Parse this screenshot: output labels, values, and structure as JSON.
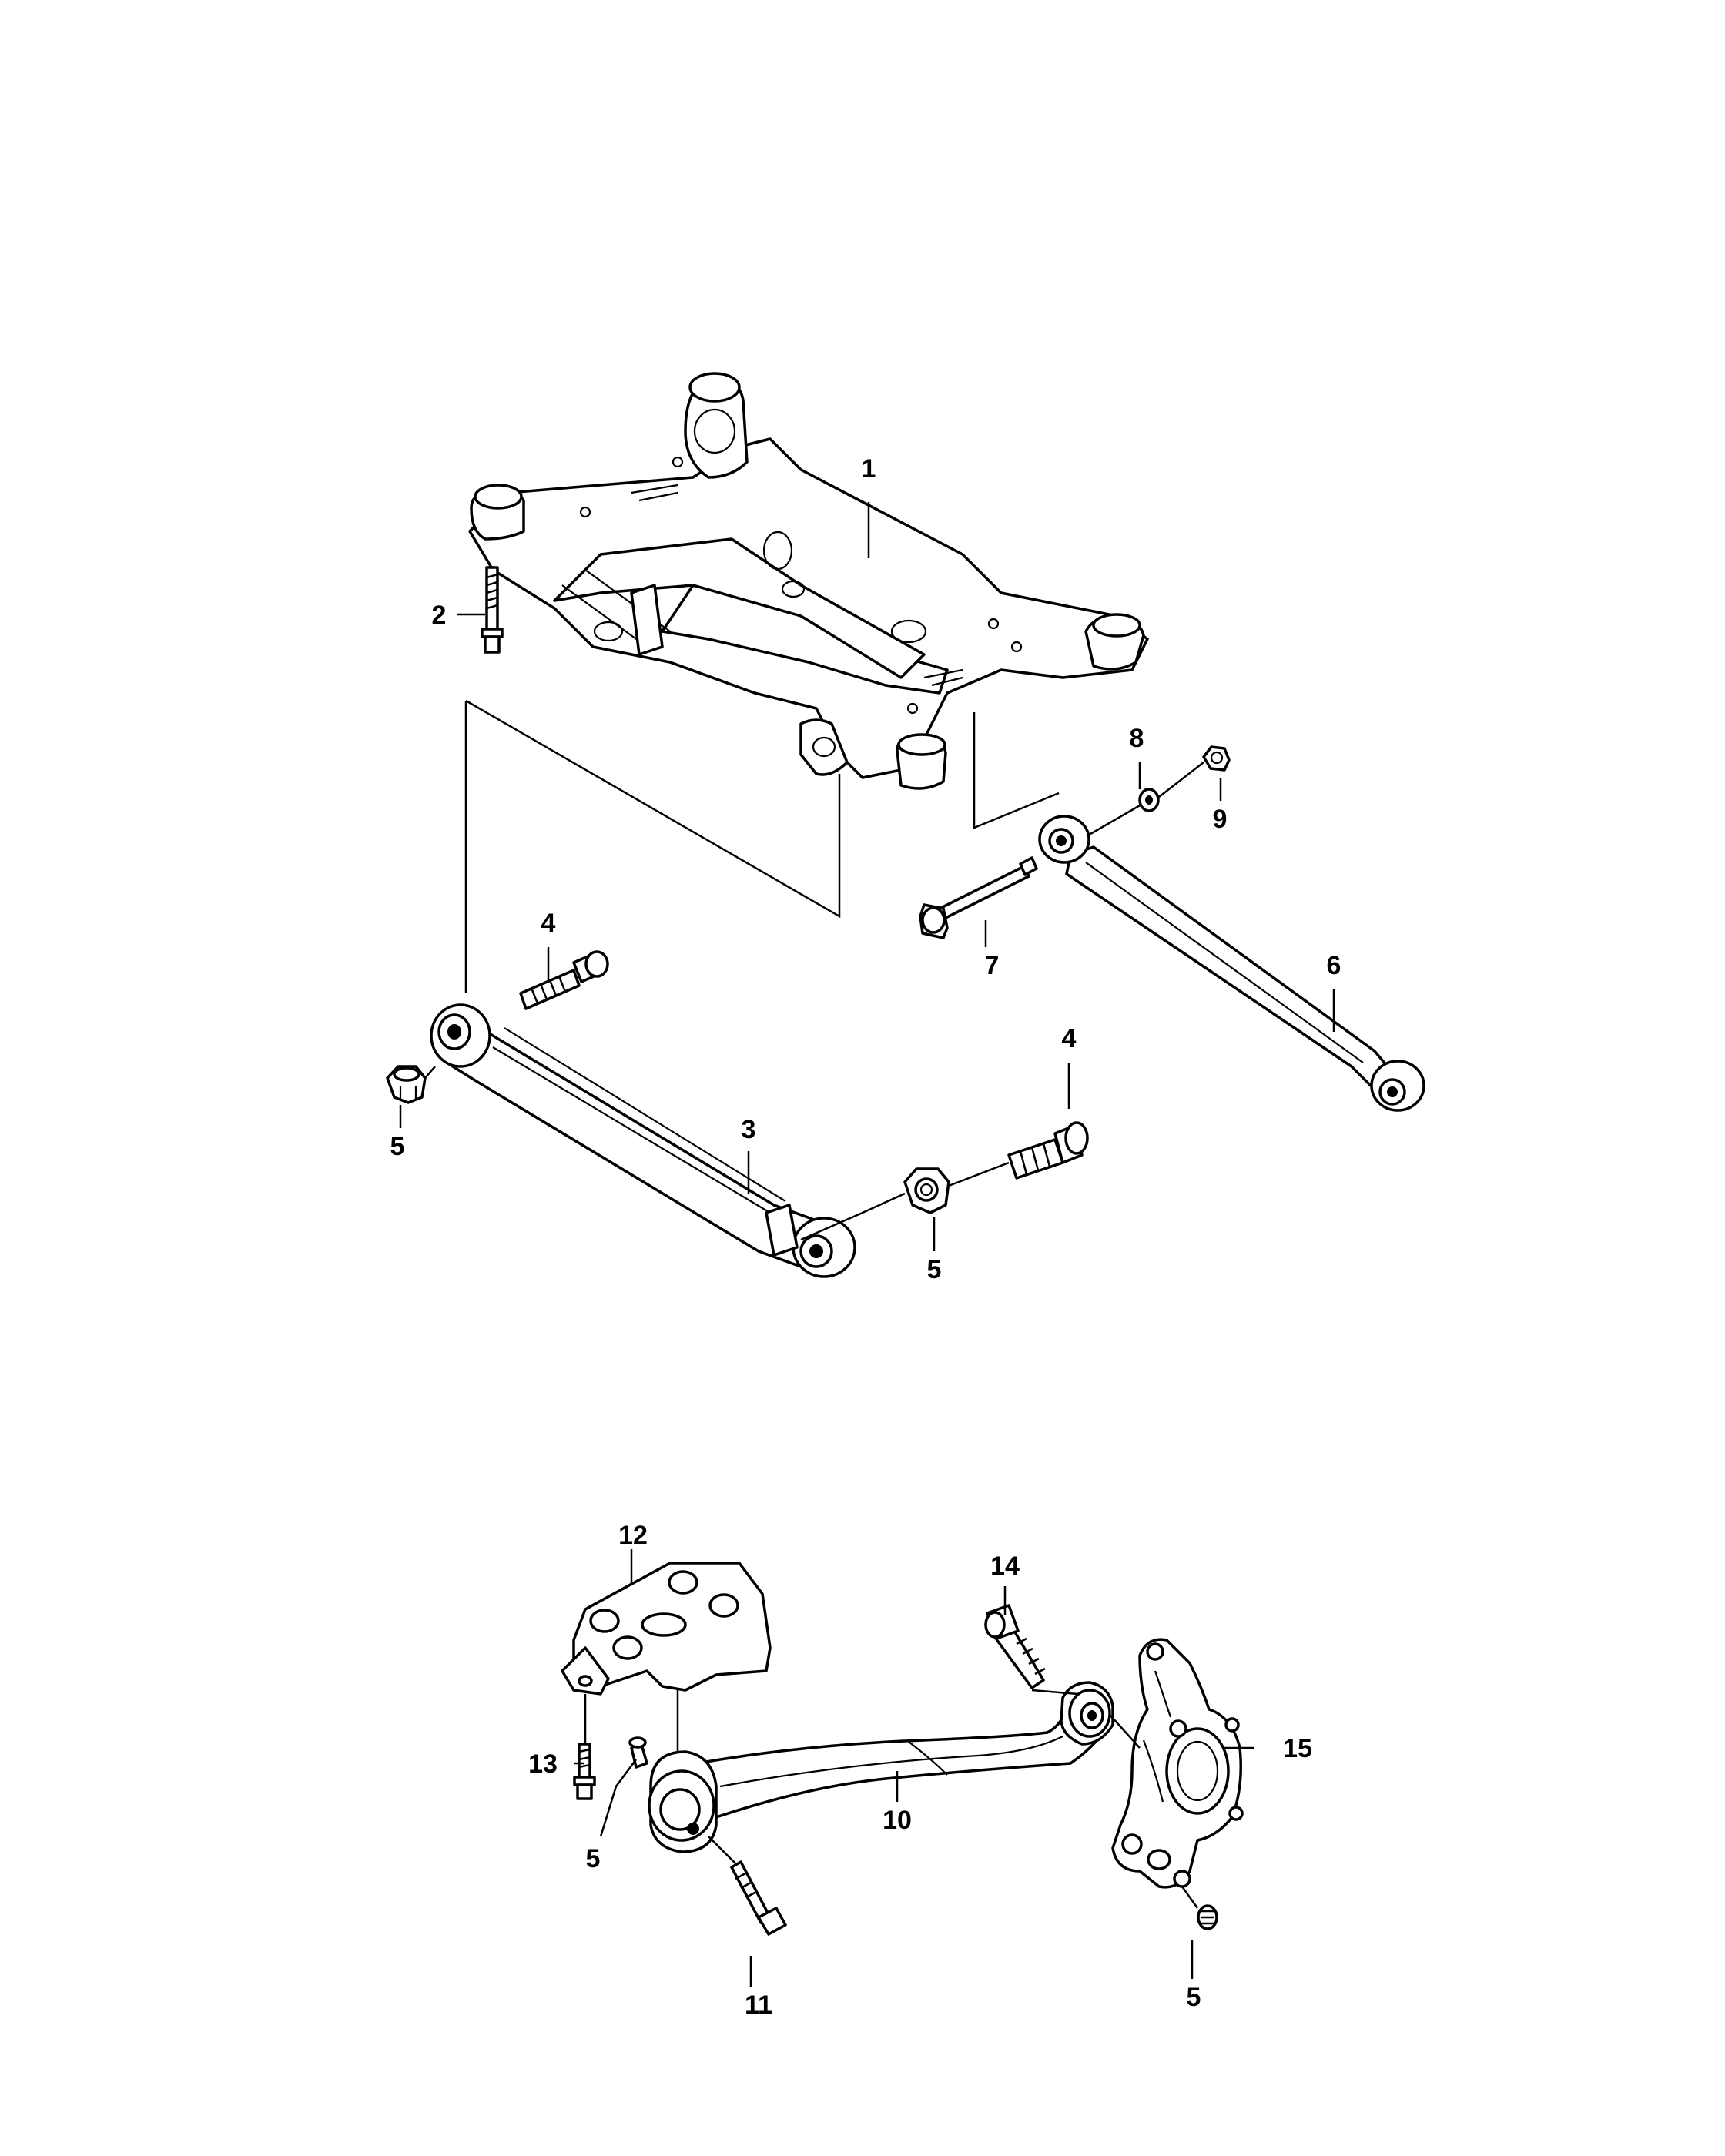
{
  "diagram": {
    "callouts": [
      {
        "id": "c1",
        "text": "1"
      },
      {
        "id": "c2",
        "text": "2"
      },
      {
        "id": "c3",
        "text": "3"
      },
      {
        "id": "c4a",
        "text": "4"
      },
      {
        "id": "c4b",
        "text": "4"
      },
      {
        "id": "c5a",
        "text": "5"
      },
      {
        "id": "c5b",
        "text": "5"
      },
      {
        "id": "c6",
        "text": "6"
      },
      {
        "id": "c7",
        "text": "7"
      },
      {
        "id": "c8",
        "text": "8"
      },
      {
        "id": "c9",
        "text": "9"
      },
      {
        "id": "c10",
        "text": "10"
      },
      {
        "id": "c11",
        "text": "11"
      },
      {
        "id": "c12",
        "text": "12"
      },
      {
        "id": "c13",
        "text": "13"
      },
      {
        "id": "c14",
        "text": "14"
      },
      {
        "id": "c15",
        "text": "15"
      },
      {
        "id": "c5c",
        "text": "5"
      },
      {
        "id": "c5d",
        "text": "5"
      }
    ]
  }
}
